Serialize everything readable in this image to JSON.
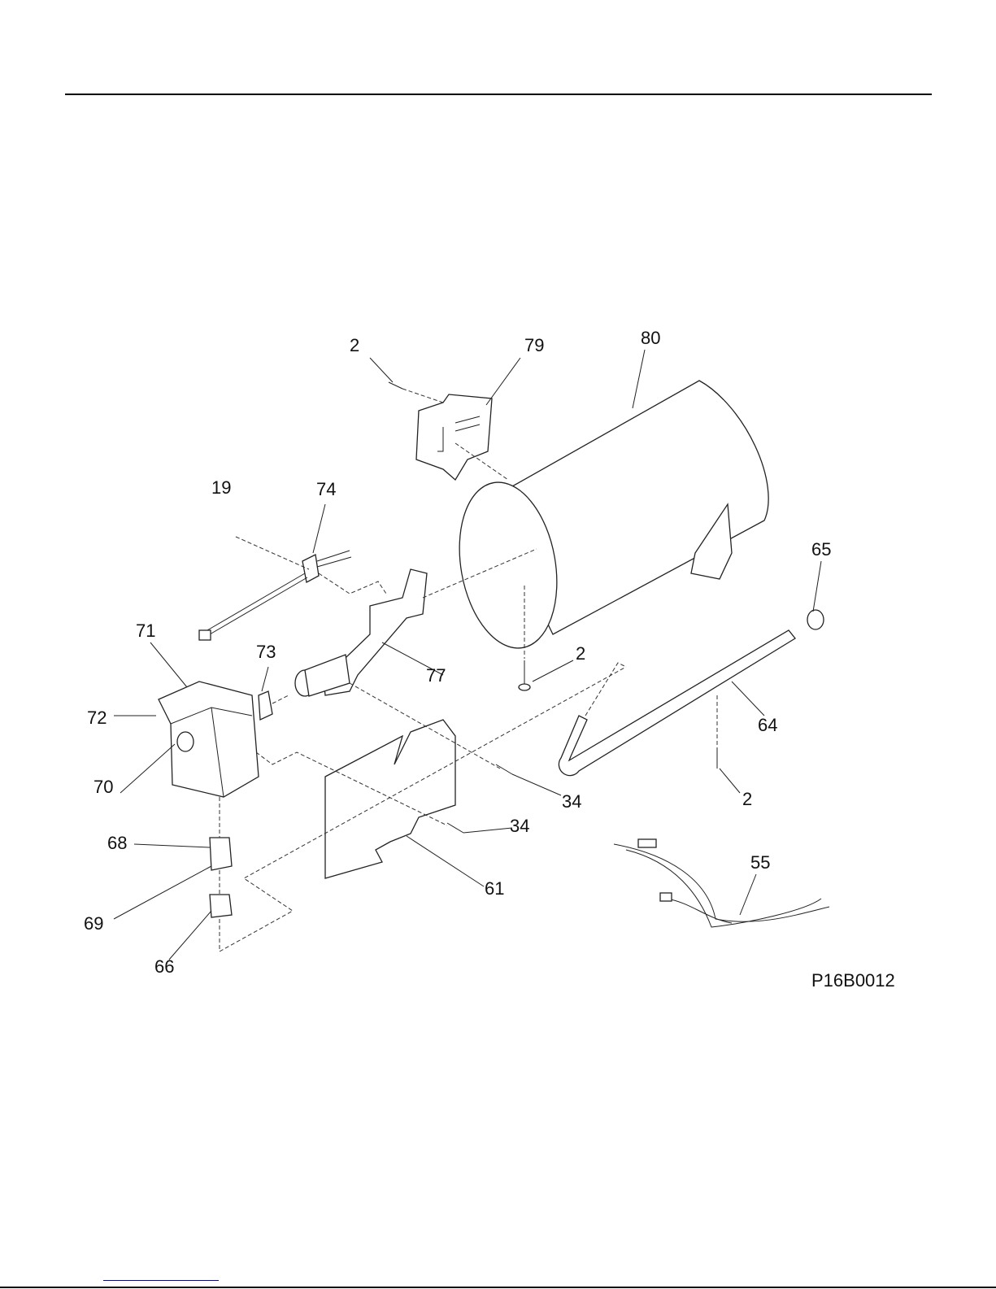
{
  "diagram": {
    "code": "P16B0012",
    "callouts": {
      "c2a": "2",
      "c79": "79",
      "c80": "80",
      "c19": "19",
      "c74": "74",
      "c65": "65",
      "c71": "71",
      "c73": "73",
      "c77": "77",
      "c2b": "2",
      "c72": "72",
      "c64": "64",
      "c70": "70",
      "c34a": "34",
      "c2c": "2",
      "c68": "68",
      "c34b": "34",
      "c55": "55",
      "c69": "69",
      "c61": "61",
      "c66": "66"
    }
  }
}
